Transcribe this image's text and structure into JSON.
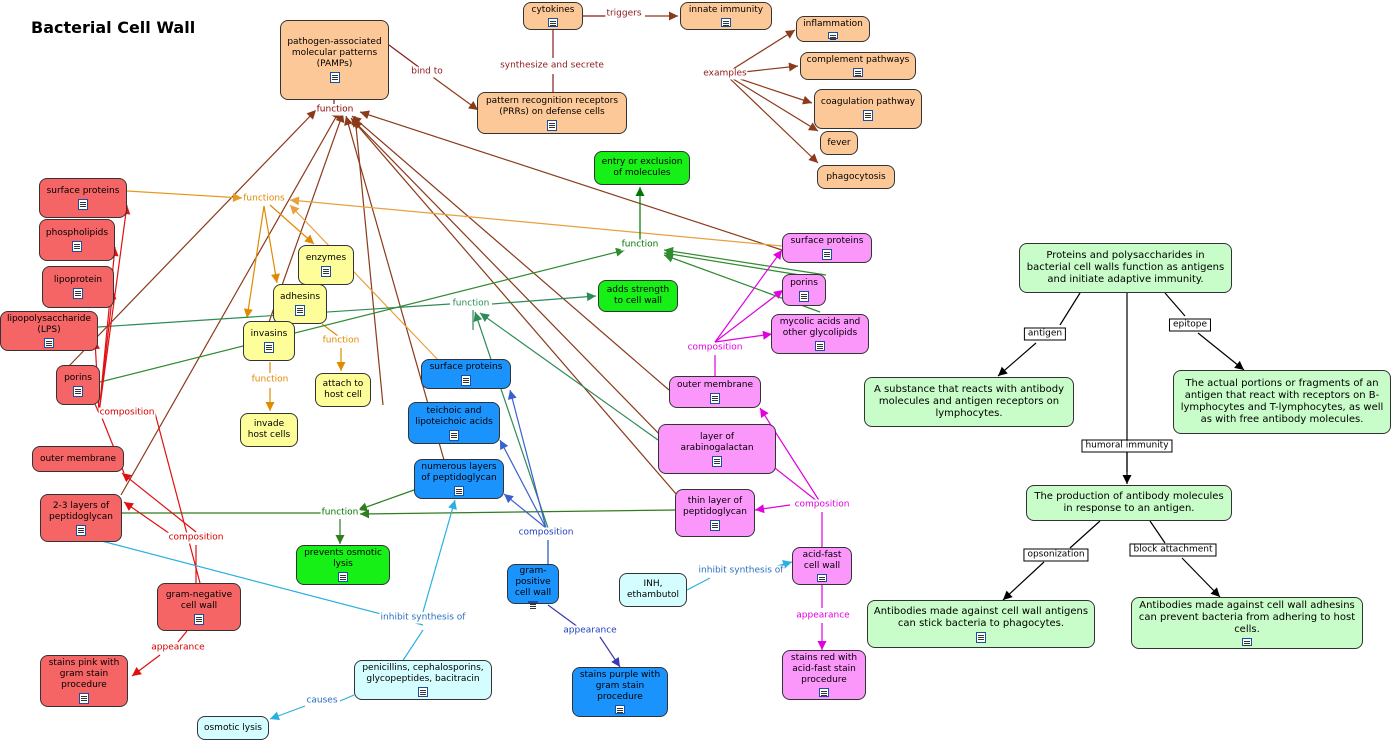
{
  "title": "Bacterial Cell Wall",
  "colors": {
    "orange": "#fdc898",
    "red": "#f56565",
    "yellow": "#fdfd99",
    "green": "#16f016",
    "blue": "#1a93fc",
    "pink": "#fb96fb",
    "cyan": "#d3fdfe",
    "lightgreen": "#c8fcc8"
  },
  "nodes": [
    {
      "id": "pamps",
      "text": "pathogen-associated molecular patterns (PAMPs)",
      "color": "orange",
      "doc": true
    },
    {
      "id": "cytokines",
      "text": "cytokines",
      "color": "orange",
      "doc": true
    },
    {
      "id": "innate",
      "text": "innate immunity",
      "color": "orange",
      "doc": true
    },
    {
      "id": "inflammation",
      "text": "inflammation",
      "color": "orange",
      "doc": true
    },
    {
      "id": "complement",
      "text": "complement pathways",
      "color": "orange",
      "doc": true
    },
    {
      "id": "coagulation",
      "text": "coagulation pathway",
      "color": "orange",
      "doc": true
    },
    {
      "id": "fever",
      "text": "fever",
      "color": "orange",
      "doc": false
    },
    {
      "id": "phagocytosis",
      "text": "phagocytosis",
      "color": "orange",
      "doc": false
    },
    {
      "id": "prr",
      "text": "pattern recognition receptors (PRRs) on defense cells",
      "color": "orange",
      "doc": true
    },
    {
      "id": "entry",
      "text": "entry or exclusion of molecules",
      "color": "green",
      "doc": false
    },
    {
      "id": "strength",
      "text": "adds strength to cell wall",
      "color": "green",
      "doc": false
    },
    {
      "id": "osmotic_prev",
      "text": "prevents osmotic lysis",
      "color": "green",
      "doc": true
    },
    {
      "id": "sp_red",
      "text": "surface proteins",
      "color": "red",
      "doc": true
    },
    {
      "id": "phospho",
      "text": "phospholipids",
      "color": "red",
      "doc": true
    },
    {
      "id": "lipoprot",
      "text": "lipoprotein",
      "color": "red",
      "doc": true
    },
    {
      "id": "lps",
      "text": "lipopolysaccharide (LPS)",
      "color": "red",
      "doc": true
    },
    {
      "id": "porins_red",
      "text": "porins",
      "color": "red",
      "doc": true
    },
    {
      "id": "om_red",
      "text": "outer membrane",
      "color": "red",
      "doc": false
    },
    {
      "id": "pg23",
      "text": "2-3 layers of peptidoglycan",
      "color": "red",
      "doc": true
    },
    {
      "id": "gramneg",
      "text": "gram-negative cell wall",
      "color": "red",
      "doc": true
    },
    {
      "id": "pink_stain",
      "text": "stains pink with gram stain procedure",
      "color": "red",
      "doc": true
    },
    {
      "id": "enzymes",
      "text": "enzymes",
      "color": "yellow",
      "doc": true
    },
    {
      "id": "adhesins",
      "text": "adhesins",
      "color": "yellow",
      "doc": true
    },
    {
      "id": "invasins",
      "text": "invasins",
      "color": "yellow",
      "doc": true
    },
    {
      "id": "attach",
      "text": "attach to host cell",
      "color": "yellow",
      "doc": false
    },
    {
      "id": "invade",
      "text": "invade host cells",
      "color": "yellow",
      "doc": false
    },
    {
      "id": "sp_blue",
      "text": "surface proteins",
      "color": "blue",
      "doc": true
    },
    {
      "id": "teichoic",
      "text": "teichoic and lipoteichoic acids",
      "color": "blue",
      "doc": true
    },
    {
      "id": "numerous",
      "text": "numerous layers of peptidoglycan",
      "color": "blue",
      "doc": true
    },
    {
      "id": "grampos",
      "text": "gram-positive cell wall",
      "color": "blue",
      "doc": true
    },
    {
      "id": "purple_stain",
      "text": "stains purple with gram stain procedure",
      "color": "blue",
      "doc": true
    },
    {
      "id": "sp_pink",
      "text": "surface proteins",
      "color": "pink",
      "doc": true
    },
    {
      "id": "porins_pink",
      "text": "porins",
      "color": "pink",
      "doc": true
    },
    {
      "id": "mycolic",
      "text": "mycolic acids and other glycolipids",
      "color": "pink",
      "doc": true
    },
    {
      "id": "om_pink",
      "text": "outer membrane",
      "color": "pink",
      "doc": true
    },
    {
      "id": "arabino",
      "text": "layer of arabinogalactan",
      "color": "pink",
      "doc": true
    },
    {
      "id": "thinpg",
      "text": "thin layer of peptidoglycan",
      "color": "pink",
      "doc": true
    },
    {
      "id": "acidfast",
      "text": "acid-fast cell wall",
      "color": "pink",
      "doc": true
    },
    {
      "id": "red_stain",
      "text": "stains red with acid-fast stain procedure",
      "color": "pink",
      "doc": true
    },
    {
      "id": "inh",
      "text": "INH, ethambutol",
      "color": "cyan",
      "doc": false
    },
    {
      "id": "penicillins",
      "text": "penicillins, cephalosporins, glycopeptides, bacitracin",
      "color": "cyan",
      "doc": true
    },
    {
      "id": "osmotic_lysis",
      "text": "osmotic lysis",
      "color": "cyan",
      "doc": false
    },
    {
      "id": "antigens",
      "text": "Proteins and polysaccharides in bacterial cell walls function as antigens and initiate adaptive immunity.",
      "color": "lightgreen",
      "doc": false
    },
    {
      "id": "antigen_def",
      "text": "A substance that reacts with antibody molecules and antigen receptors on lymphocytes.",
      "color": "lightgreen",
      "doc": false
    },
    {
      "id": "epitope_def",
      "text": "The actual portions or fragments of an antigen that react with receptors on B-lymphocytes and T-lymphocytes, as well as with free antibody molecules.",
      "color": "lightgreen",
      "doc": false
    },
    {
      "id": "antibody_prod",
      "text": "The production of antibody molecules in response to an antigen.",
      "color": "lightgreen",
      "doc": false
    },
    {
      "id": "opson",
      "text": "Antibodies made against cell wall antigens can stick bacteria to phagocytes.",
      "color": "lightgreen",
      "doc": true
    },
    {
      "id": "block",
      "text": "Antibodies made against cell wall adhesins can prevent bacteria from adhering to host cells.",
      "color": "lightgreen",
      "doc": true
    }
  ],
  "labels": [
    {
      "id": "l_function_top",
      "text": "function",
      "color": "#8b0000"
    },
    {
      "id": "l_bindto",
      "text": "bind to",
      "color": "#8b1a1a"
    },
    {
      "id": "l_synth",
      "text": "synthesize and secrete",
      "color": "#8b1a1a"
    },
    {
      "id": "l_triggers",
      "text": "triggers",
      "color": "#8b1a1a"
    },
    {
      "id": "l_examples",
      "text": "examples",
      "color": "#8b1a1a"
    },
    {
      "id": "l_functions",
      "text": "functions",
      "color": "#e08a00"
    },
    {
      "id": "l_func_adh",
      "text": "function",
      "color": "#e08a00"
    },
    {
      "id": "l_func_inv",
      "text": "function",
      "color": "#e08a00"
    },
    {
      "id": "l_func_entry",
      "text": "function",
      "color": "#007700"
    },
    {
      "id": "l_func_str",
      "text": "function",
      "color": "#2e8b57"
    },
    {
      "id": "l_func_osm",
      "text": "function",
      "color": "#007700"
    },
    {
      "id": "l_comp_red",
      "text": "composition",
      "color": "#d00000"
    },
    {
      "id": "l_comp_red2",
      "text": "composition",
      "color": "#d00000"
    },
    {
      "id": "l_appear_red",
      "text": "appearance",
      "color": "#d00000"
    },
    {
      "id": "l_comp_blue",
      "text": "composition",
      "color": "#1f3fbf"
    },
    {
      "id": "l_appear_blue",
      "text": "appearance",
      "color": "#1f3fbf"
    },
    {
      "id": "l_comp_pink",
      "text": "composition",
      "color": "#e000e0"
    },
    {
      "id": "l_comp_pink2",
      "text": "composition",
      "color": "#e000e0"
    },
    {
      "id": "l_appear_pink",
      "text": "appearance",
      "color": "#e000e0"
    },
    {
      "id": "l_inhibit1",
      "text": "inhibit synthesis of",
      "color": "#2a6fbf"
    },
    {
      "id": "l_inhibit2",
      "text": "inhibit synthesis of",
      "color": "#2a6fbf"
    },
    {
      "id": "l_causes",
      "text": "causes",
      "color": "#2a6fbf"
    },
    {
      "id": "l_antigen",
      "text": "antigen",
      "color": "#000000",
      "boxed": true
    },
    {
      "id": "l_epitope",
      "text": "epitope",
      "color": "#000000",
      "boxed": true
    },
    {
      "id": "l_humoral",
      "text": "humoral immunity",
      "color": "#000000",
      "boxed": true
    },
    {
      "id": "l_opson",
      "text": "opsonization",
      "color": "#000000",
      "boxed": true
    },
    {
      "id": "l_block",
      "text": "block attachment",
      "color": "#000000",
      "boxed": true
    }
  ]
}
